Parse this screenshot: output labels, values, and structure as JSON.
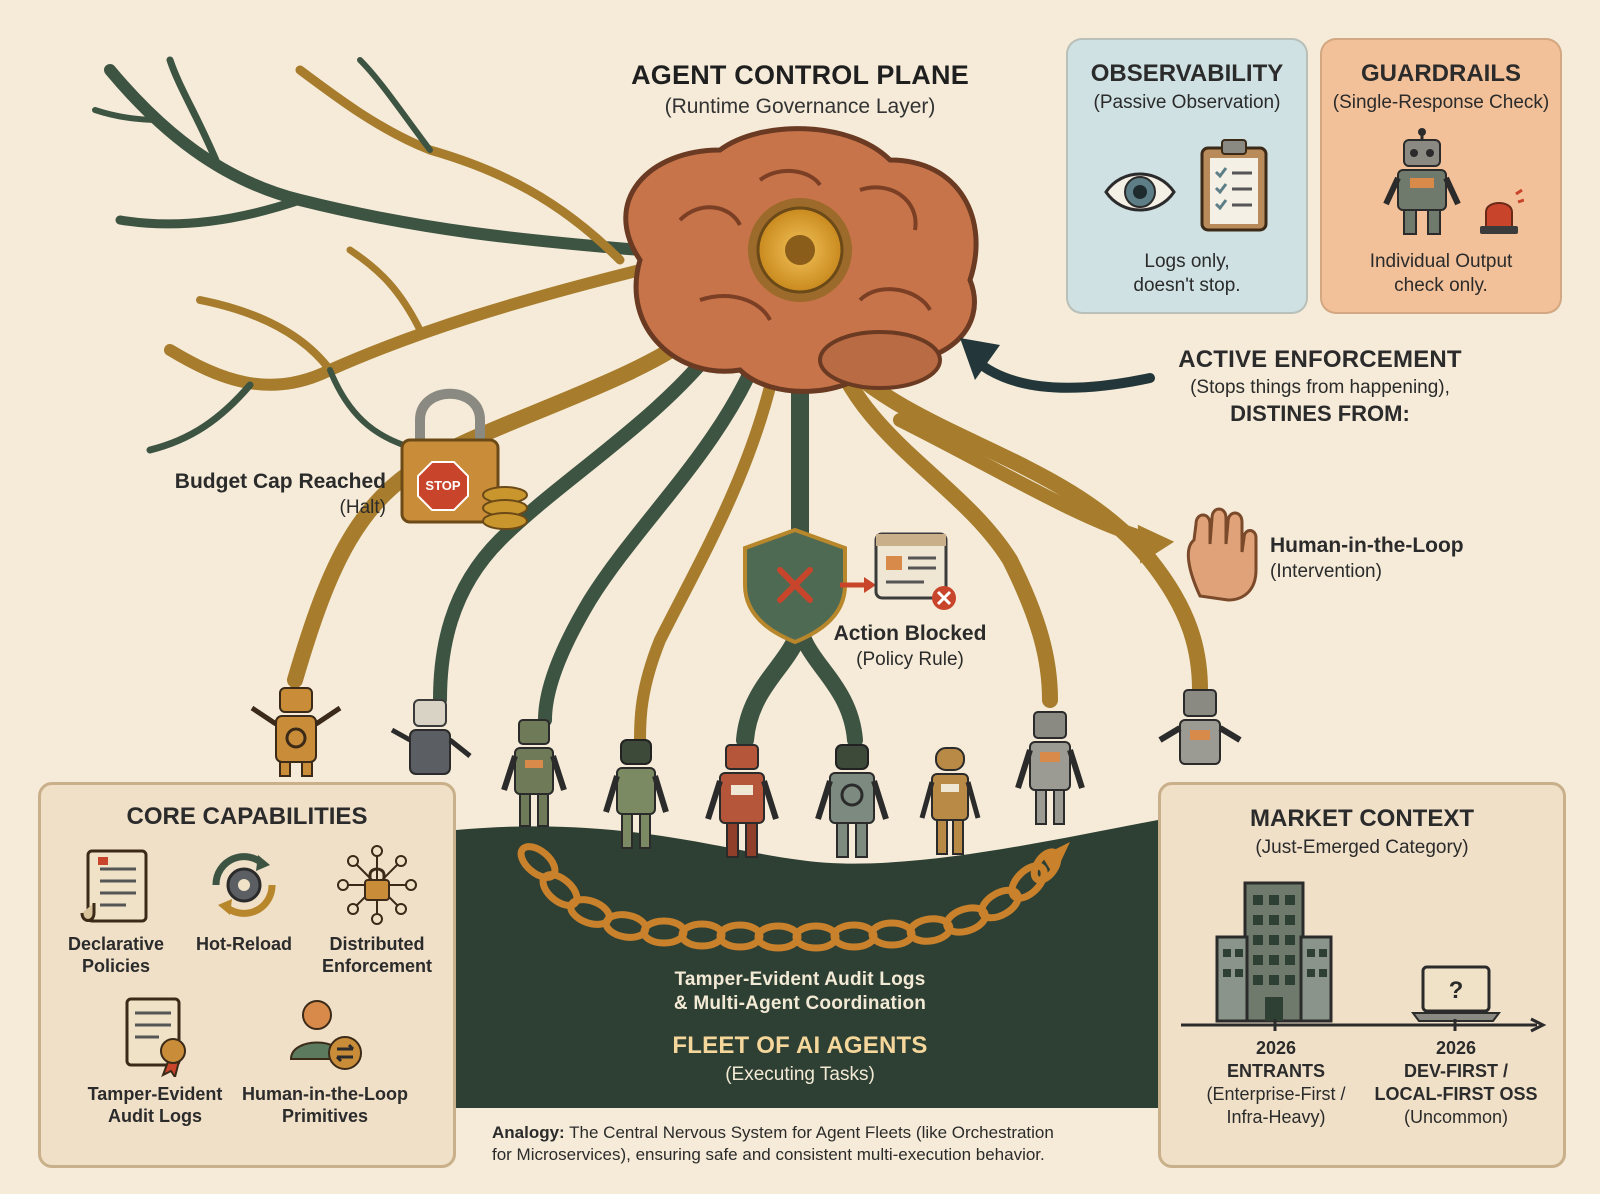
{
  "header": {
    "title": "AGENT CONTROL PLANE",
    "subtitle": "(Runtime Governance Layer)"
  },
  "observability": {
    "title": "OBSERVABILITY",
    "subtitle": "(Passive Observation)",
    "note_line1": "Logs only,",
    "note_line2": "doesn't stop."
  },
  "guardrails": {
    "title": "GUARDRAILS",
    "subtitle": "(Single-Response Check)",
    "note_line1": "Individual Output",
    "note_line2": "check only."
  },
  "active_enforcement": {
    "title": "ACTIVE ENFORCEMENT",
    "subtitle": "(Stops things from happening),",
    "suffix": "DISTINES FROM:"
  },
  "budget": {
    "title": "Budget Cap Reached",
    "subtitle": "(Halt)",
    "sign": "STOP"
  },
  "action_blocked": {
    "title": "Action Blocked",
    "subtitle": "(Policy Rule)"
  },
  "hitl": {
    "title": "Human-in-the-Loop",
    "subtitle": "(Intervention)"
  },
  "core": {
    "title": "CORE CAPABILITIES",
    "items": [
      {
        "line1": "Declarative",
        "line2": "Policies"
      },
      {
        "line1": "Hot-Reload",
        "line2": ""
      },
      {
        "line1": "Distributed",
        "line2": "Enforcement"
      },
      {
        "line1": "Tamper-Evident",
        "line2": "Audit Logs"
      },
      {
        "line1": "Human-in-the-Loop",
        "line2": "Primitives"
      }
    ]
  },
  "fleet": {
    "caption_line1": "Tamper-Evident Audit Logs",
    "caption_line2": "& Multi-Agent Coordination",
    "title": "FLEET OF AI AGENTS",
    "subtitle": "(Executing Tasks)"
  },
  "market": {
    "title": "MARKET CONTEXT",
    "subtitle": "(Just-Emerged Category)",
    "left": {
      "year": "2026",
      "line1": "ENTRANTS",
      "line2": "(Enterprise-First /",
      "line3": "Infra-Heavy)"
    },
    "right": {
      "year": "2026",
      "line1": "DEV-FIRST /",
      "line2": "LOCAL-FIRST OSS",
      "line3": "(Uncommon)"
    },
    "laptop_glyph": "?"
  },
  "analogy": {
    "label": "Analogy:",
    "text1": " The Central Nervous System for Agent Fleets (like Orchestration",
    "text2": "for Microservices), ensuring safe and consistent multi-execution behavior."
  },
  "colors": {
    "background": "#f5ebd8",
    "nerve_dark": "#3e5443",
    "nerve_gold": "#b8862b",
    "brain": "#c8744a",
    "ground": "#2e3f33",
    "accent_red": "#c8452c"
  }
}
